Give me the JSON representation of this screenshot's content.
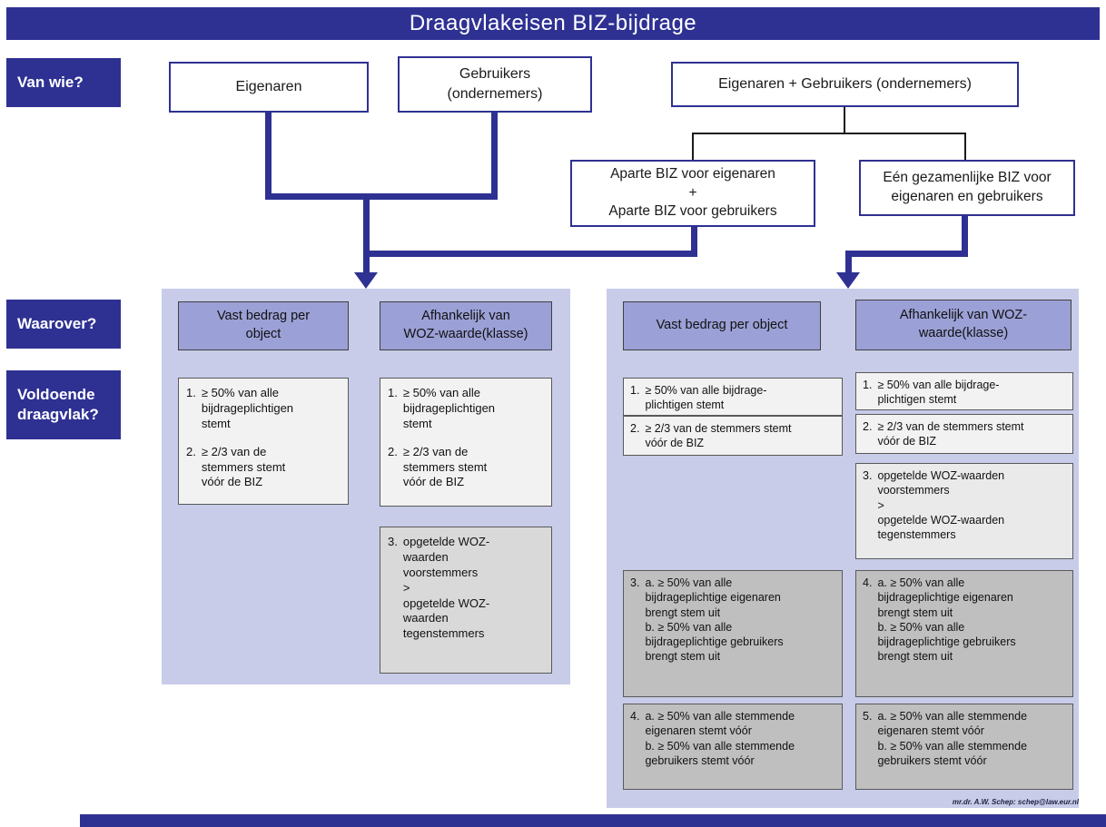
{
  "title": "Draagvlakeisen BIZ-bijdrage",
  "labels": {
    "van_wie": "Van wie?",
    "waarover": "Waarover?",
    "voldoende": "Voldoende\ndraagvlak?"
  },
  "top_boxes": {
    "eigenaren": "Eigenaren",
    "gebruikers": "Gebruikers\n(ondernemers)",
    "combined": "Eigenaren + Gebruikers (ondernemers)",
    "aparte": "Aparte BIZ voor eigenaren\n+\nAparte BIZ voor gebruikers",
    "gezamenlijk": "Eén gezamenlijke BIZ voor\neigenaren en gebruikers"
  },
  "left_panel": {
    "header1": "Vast bedrag per\nobject",
    "header2": "Afhankelijk van\nWOZ-waarde(klasse)",
    "col1": {
      "item1": {
        "n": "1.",
        "t": "≥ 50% van alle\nbijdrageplichtigen\nstemt"
      },
      "item2": {
        "n": "2.",
        "t": "≥ 2/3 van de\nstemmers  stemt\nvóór de BIZ"
      }
    },
    "col2": {
      "item1": {
        "n": "1.",
        "t": "≥ 50% van alle\nbijdrageplichtigen\nstemt"
      },
      "item2": {
        "n": "2.",
        "t": "≥ 2/3 van de\nstemmers  stemt\nvóór de BIZ"
      },
      "item3": {
        "n": "3.",
        "t": "opgetelde  WOZ-\nwaarden\nvoorstemmers\n>\nopgetelde  WOZ-\nwaarden\ntegenstemmers"
      }
    }
  },
  "right_panel": {
    "header1": "Vast bedrag per object",
    "header2": "Afhankelijk van WOZ-\nwaarde(klasse)",
    "col1": {
      "item1": {
        "n": "1.",
        "t": "≥ 50% van alle bijdrage-\nplichtigen stemt"
      },
      "item2": {
        "n": "2.",
        "t": "≥ 2/3 van de stemmers stemt\nvóór de BIZ"
      },
      "item3": {
        "n": "3.",
        "t": "a. ≥ 50% van alle\nbijdrageplichtige eigenaren\nbrengt stem uit\nb. ≥ 50% van alle\nbijdrageplichtige gebruikers\nbrengt stem uit"
      },
      "item4": {
        "n": "4.",
        "t": "a. ≥ 50% van alle stemmende\neigenaren stemt vóór\nb. ≥ 50% van alle stemmende\ngebruikers stemt vóór"
      }
    },
    "col2": {
      "item1": {
        "n": "1.",
        "t": "≥ 50% van alle bijdrage-\nplichtigen stemt"
      },
      "item2": {
        "n": "2.",
        "t": "≥ 2/3 van de stemmers stemt\nvóór de BIZ"
      },
      "item3": {
        "n": "3.",
        "t": "opgetelde WOZ-waarden\nvoorstemmers\n>\nopgetelde WOZ-waarden\ntegenstemmers"
      },
      "item4": {
        "n": "4.",
        "t": "a. ≥ 50% van alle\nbijdrageplichtige eigenaren\nbrengt stem uit\nb. ≥ 50% van alle\nbijdrageplichtige gebruikers\nbrengt stem uit"
      },
      "item5": {
        "n": "5.",
        "t": "a. ≥ 50% van alle stemmende\neigenaren stemt vóór\nb. ≥ 50% van alle stemmende\ngebruikers stemt vóór"
      }
    }
  },
  "footer": {
    "credit": "mr.dr. A.W. Schep: schep@law.eur.nl"
  },
  "colors": {
    "navy": "#2e3192",
    "lavender": "#c8cce9",
    "purple": "#9ba0d6",
    "light_gray": "#f2f2f2",
    "mid_gray": "#d9d9d9",
    "dark_gray": "#bfbfbf"
  }
}
